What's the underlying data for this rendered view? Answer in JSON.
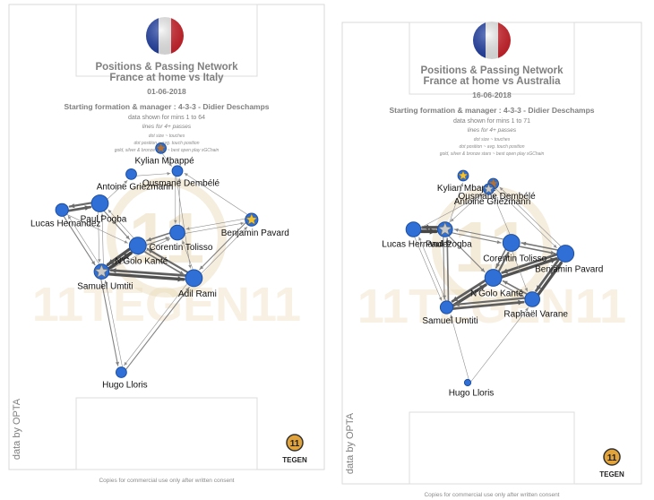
{
  "watermark": "11TEGEN11",
  "chart_data": [
    {
      "type": "network",
      "title": "Positions & Passing Network",
      "subtitle": "France at home vs Italy",
      "date": "01-06-2018",
      "formation_line": "Starting formation & manager : 4-3-3 - Didier Deschamps",
      "minutes_line": "data shown for mins 1 to 64",
      "lines_line": "lines for 4+ passes",
      "legend_lines": [
        "dot size ~ touches",
        "dot position ~ avg. touch position",
        "gold, silver & bronze stars ~ best open play xGChain"
      ],
      "data_credit": "data by OPTA",
      "copyright": "Copies for commercial use only after written consent",
      "logo_text": "TEGEN",
      "players": [
        {
          "name": "Kylian Mbappé",
          "x": 0.4,
          "y": 0.93,
          "size": 3,
          "star": "bronze"
        },
        {
          "name": "Ousmane Dembélé",
          "x": 0.5,
          "y": 0.86,
          "size": 3
        },
        {
          "name": "Antoine Griezmann",
          "x": 0.22,
          "y": 0.85,
          "size": 3
        },
        {
          "name": "Paul Pogba",
          "x": 0.03,
          "y": 0.76,
          "size": 6
        },
        {
          "name": "Lucas Hernandez",
          "x": -0.2,
          "y": 0.74,
          "size": 4
        },
        {
          "name": "Benjamin Pavard",
          "x": 0.95,
          "y": 0.71,
          "size": 4,
          "star": "gold"
        },
        {
          "name": "Corentin Tolisso",
          "x": 0.5,
          "y": 0.67,
          "size": 5
        },
        {
          "name": "N'Golo Kanté",
          "x": 0.26,
          "y": 0.63,
          "size": 6
        },
        {
          "name": "Samuel Umtiti",
          "x": 0.04,
          "y": 0.55,
          "size": 5,
          "star": "silver"
        },
        {
          "name": "Adil Rami",
          "x": 0.6,
          "y": 0.53,
          "size": 6
        },
        {
          "name": "Hugo Lloris",
          "x": 0.16,
          "y": 0.24,
          "size": 3
        }
      ],
      "passes": [
        [
          "Lucas Hernandez",
          "Paul Pogba",
          8
        ],
        [
          "Paul Pogba",
          "Lucas Hernandez",
          7
        ],
        [
          "Paul Pogba",
          "N'Golo Kanté",
          5
        ],
        [
          "N'Golo Kanté",
          "Paul Pogba",
          4
        ],
        [
          "N'Golo Kanté",
          "Samuel Umtiti",
          9
        ],
        [
          "Samuel Umtiti",
          "N'Golo Kanté",
          10
        ],
        [
          "Samuel Umtiti",
          "Adil Rami",
          9
        ],
        [
          "Adil Rami",
          "Samuel Umtiti",
          8
        ],
        [
          "Adil Rami",
          "N'Golo Kanté",
          7
        ],
        [
          "N'Golo Kanté",
          "Adil Rami",
          6
        ],
        [
          "Corentin Tolisso",
          "N'Golo Kanté",
          6
        ],
        [
          "N'Golo Kanté",
          "Corentin Tolisso",
          5
        ],
        [
          "Corentin Tolisso",
          "Benjamin Pavard",
          4
        ],
        [
          "Benjamin Pavard",
          "Corentin Tolisso",
          4
        ],
        [
          "Benjamin Pavard",
          "Adil Rami",
          5
        ],
        [
          "Adil Rami",
          "Benjamin Pavard",
          4
        ],
        [
          "Samuel Umtiti",
          "Lucas Hernandez",
          4
        ],
        [
          "Lucas Hernandez",
          "Samuel Umtiti",
          5
        ],
        [
          "Samuel Umtiti",
          "Paul Pogba",
          4
        ],
        [
          "Paul Pogba",
          "Samuel Umtiti",
          4
        ],
        [
          "Hugo Lloris",
          "Samuel Umtiti",
          4
        ],
        [
          "Samuel Umtiti",
          "Hugo Lloris",
          5
        ],
        [
          "Hugo Lloris",
          "Adil Rami",
          5
        ],
        [
          "Adil Rami",
          "Hugo Lloris",
          4
        ],
        [
          "Antoine Griezmann",
          "Ousmane Dembélé",
          4
        ],
        [
          "Ousmane Dembélé",
          "Corentin Tolisso",
          4
        ],
        [
          "Corentin Tolisso",
          "Ousmane Dembélé",
          4
        ],
        [
          "Adil Rami",
          "Corentin Tolisso",
          4
        ],
        [
          "Paul Pogba",
          "Antoine Griezmann",
          4
        ],
        [
          "Benjamin Pavard",
          "Ousmane Dembélé",
          4
        ],
        [
          "Samuel Umtiti",
          "Corentin Tolisso",
          4
        ],
        [
          "Kylian Mbappé",
          "Ousmane Dembélé",
          4
        ],
        [
          "Ousmane Dembélé",
          "Adil Rami",
          4
        ],
        [
          "Lucas Hernandez",
          "N'Golo Kanté",
          4
        ]
      ]
    },
    {
      "type": "network",
      "title": "Positions & Passing Network",
      "subtitle": "France at home vs Australia",
      "date": "16-06-2018",
      "formation_line": "Starting formation & manager : 4-3-3 - Didier Deschamps",
      "minutes_line": "data shown for mins 1 to 71",
      "lines_line": "lines for 4+ passes",
      "legend_lines": [
        "dot size ~ touches",
        "dot position ~ avg. touch position",
        "gold, silver & bronze stars ~ best open play xGChain"
      ],
      "data_credit": "data by OPTA",
      "copyright": "Copies for commercial use only after written consent",
      "logo_text": "TEGEN",
      "players": [
        {
          "name": "Kylian Mbappé",
          "x": 0.22,
          "y": 0.98,
          "size": 3,
          "star": "gold"
        },
        {
          "name": "Ousmane Dembélé",
          "x": 0.42,
          "y": 0.95,
          "size": 3,
          "star": "bronze"
        },
        {
          "name": "Antoine Griezmann",
          "x": 0.39,
          "y": 0.93,
          "size": 3,
          "star": "silver"
        },
        {
          "name": "Lucas Hernandez",
          "x": -0.11,
          "y": 0.78,
          "size": 5
        },
        {
          "name": "Paul Pogba",
          "x": 0.1,
          "y": 0.78,
          "size": 5,
          "star": "silver"
        },
        {
          "name": "Corentin Tolisso",
          "x": 0.54,
          "y": 0.73,
          "size": 6
        },
        {
          "name": "Benjamin Pavard",
          "x": 0.9,
          "y": 0.69,
          "size": 6
        },
        {
          "name": "N'Golo Kanté",
          "x": 0.42,
          "y": 0.6,
          "size": 6
        },
        {
          "name": "Raphaël Varane",
          "x": 0.68,
          "y": 0.52,
          "size": 5
        },
        {
          "name": "Samuel Umtiti",
          "x": 0.11,
          "y": 0.49,
          "size": 4
        },
        {
          "name": "Hugo Lloris",
          "x": 0.25,
          "y": 0.21,
          "size": 1
        }
      ],
      "passes": [
        [
          "Lucas Hernandez",
          "Paul Pogba",
          10
        ],
        [
          "Paul Pogba",
          "Lucas Hernandez",
          9
        ],
        [
          "Paul Pogba",
          "Corentin Tolisso",
          5
        ],
        [
          "Corentin Tolisso",
          "Paul Pogba",
          5
        ],
        [
          "Corentin Tolisso",
          "Benjamin Pavard",
          6
        ],
        [
          "Benjamin Pavard",
          "Corentin Tolisso",
          6
        ],
        [
          "Benjamin Pavard",
          "N'Golo Kanté",
          8
        ],
        [
          "N'Golo Kanté",
          "Benjamin Pavard",
          9
        ],
        [
          "N'Golo Kanté",
          "Corentin Tolisso",
          7
        ],
        [
          "Corentin Tolisso",
          "N'Golo Kanté",
          6
        ],
        [
          "N'Golo Kanté",
          "Samuel Umtiti",
          8
        ],
        [
          "Samuel Umtiti",
          "N'Golo Kanté",
          9
        ],
        [
          "Samuel Umtiti",
          "Raphaël Varane",
          8
        ],
        [
          "Raphaël Varane",
          "Samuel Umtiti",
          7
        ],
        [
          "Raphaël Varane",
          "Benjamin Pavard",
          9
        ],
        [
          "Benjamin Pavard",
          "Raphaël Varane",
          8
        ],
        [
          "Raphaël Varane",
          "N'Golo Kanté",
          6
        ],
        [
          "N'Golo Kanté",
          "Raphaël Varane",
          5
        ],
        [
          "Paul Pogba",
          "Samuel Umtiti",
          5
        ],
        [
          "Samuel Umtiti",
          "Paul Pogba",
          6
        ],
        [
          "Lucas Hernandez",
          "Samuel Umtiti",
          4
        ],
        [
          "Samuel Umtiti",
          "Lucas Hernandez",
          4
        ],
        [
          "Hugo Lloris",
          "Samuel Umtiti",
          4
        ],
        [
          "Hugo Lloris",
          "Raphaël Varane",
          4
        ],
        [
          "Paul Pogba",
          "Kylian Mbappé",
          4
        ],
        [
          "Lucas Hernandez",
          "Antoine Griezmann",
          4
        ],
        [
          "Corentin Tolisso",
          "Antoine Griezmann",
          4
        ],
        [
          "Benjamin Pavard",
          "Ousmane Dembélé",
          4
        ],
        [
          "Paul Pogba",
          "N'Golo Kanté",
          5
        ],
        [
          "Corentin Tolisso",
          "Raphaël Varane",
          4
        ],
        [
          "Antoine Griezmann",
          "Paul Pogba",
          4
        ],
        [
          "Ousmane Dembélé",
          "Benjamin Pavard",
          4
        ]
      ]
    }
  ]
}
